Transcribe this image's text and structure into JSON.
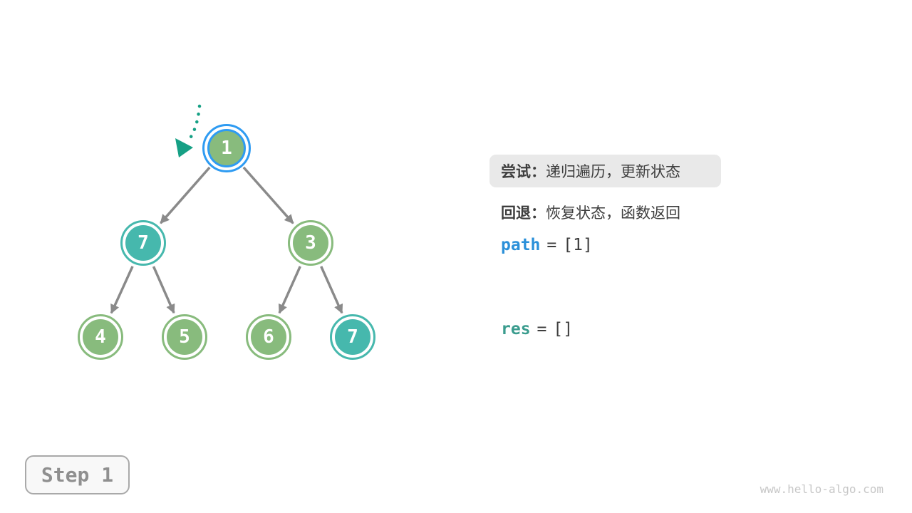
{
  "colors": {
    "node-green": "#88bb7d",
    "node-teal": "#46b8ad",
    "highlight-blue": "#2e9bf2",
    "edge-gray": "#8a8a8a",
    "arrow-teal": "#16a085",
    "text-dark": "#3d3d3d",
    "path-blue": "#2b90d9",
    "res-teal": "#3a9c8e"
  },
  "tree": {
    "nodes": [
      {
        "value": "1",
        "state": "current"
      },
      {
        "value": "7",
        "state": "visited"
      },
      {
        "value": "3",
        "state": "normal"
      },
      {
        "value": "4",
        "state": "normal"
      },
      {
        "value": "5",
        "state": "normal"
      },
      {
        "value": "6",
        "state": "normal"
      },
      {
        "value": "7",
        "state": "visited"
      }
    ]
  },
  "panel": {
    "try": {
      "label": "尝试：",
      "text": "递归遍历，更新状态"
    },
    "backtrack": {
      "label": "回退：",
      "text": "恢复状态，函数返回"
    },
    "path": {
      "name": "path",
      "operator": "=",
      "value": "[1]"
    },
    "res": {
      "name": "res",
      "operator": "=",
      "value": "[]"
    }
  },
  "step_badge": {
    "label": "Step 1"
  },
  "watermark": {
    "text": "www.hello-algo.com"
  }
}
